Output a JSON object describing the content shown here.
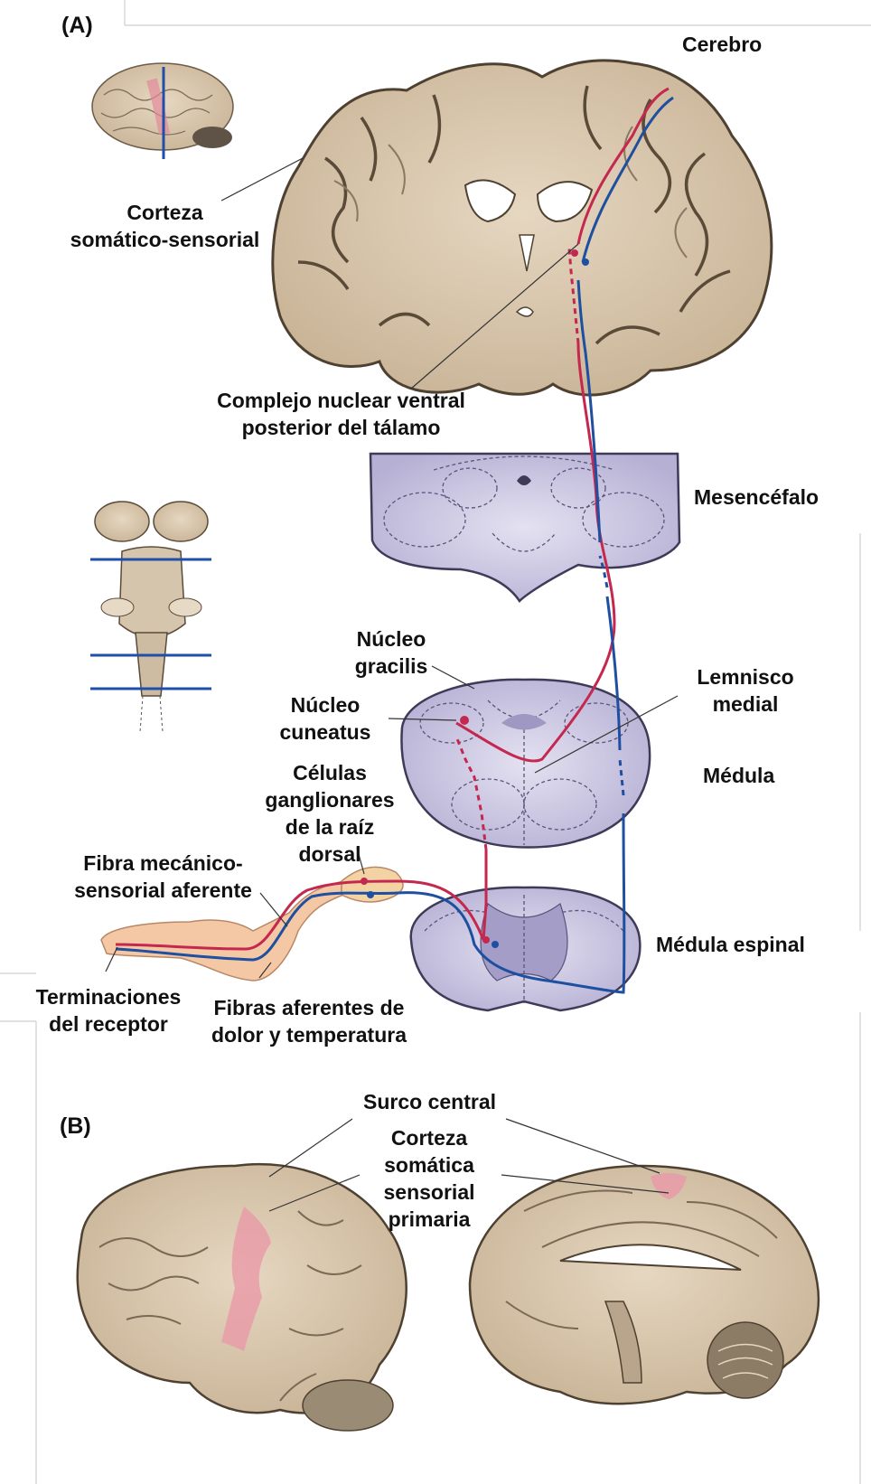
{
  "panels": {
    "a": "(A)",
    "b": "(B)"
  },
  "labels": {
    "cerebro": "Cerebro",
    "corteza_somatico_1": "Corteza",
    "corteza_somatico_2": "somático-sensorial",
    "complejo_1": "Complejo nuclear ventral",
    "complejo_2": "posterior del tálamo",
    "mesencefalo": "Mesencéfalo",
    "nucleo_gracilis_1": "Núcleo",
    "nucleo_gracilis_2": "gracilis",
    "nucleo_cuneatus_1": "Núcleo",
    "nucleo_cuneatus_2": "cuneatus",
    "lemnisco_1": "Lemnisco",
    "lemnisco_2": "medial",
    "medula": "Médula",
    "celulas_1": "Células",
    "celulas_2": "ganglionares",
    "celulas_3": "de la raíz",
    "celulas_4": "dorsal",
    "fibra_mec_1": "Fibra mecánico-",
    "fibra_mec_2": "sensorial aferente",
    "medula_espinal": "Médula espinal",
    "terminaciones_1": "Terminaciones",
    "terminaciones_2": "del receptor",
    "fibras_dolor_1": "Fibras aferentes de",
    "fibras_dolor_2": "dolor y temperatura",
    "surco_central": "Surco central",
    "corteza_primaria_1": "Corteza",
    "corteza_primaria_2": "somática",
    "corteza_primaria_3": "sensorial",
    "corteza_primaria_4": "primaria"
  },
  "colors": {
    "mechanosensory_pathway": "#c4284f",
    "pain_pathway": "#1e4fa0",
    "brain_tissue": "#dccbb4",
    "brainstem_section": "#c8c4e0",
    "cortex_highlight": "#e89aa8"
  }
}
